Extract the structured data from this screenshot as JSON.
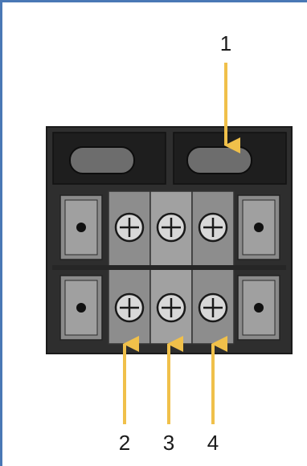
{
  "diagram": {
    "callouts": [
      {
        "label": "1",
        "target": "switch-right"
      },
      {
        "label": "2",
        "target": "terminal-1"
      },
      {
        "label": "3",
        "target": "terminal-2"
      },
      {
        "label": "4",
        "target": "terminal-3"
      }
    ],
    "colors": {
      "frame_border": "#4a78b5",
      "housing": "#2e2e2e",
      "arrow": "#f0c04a",
      "terminal_bar": "#8d8d8d",
      "screw": "#d8d8d8"
    }
  }
}
